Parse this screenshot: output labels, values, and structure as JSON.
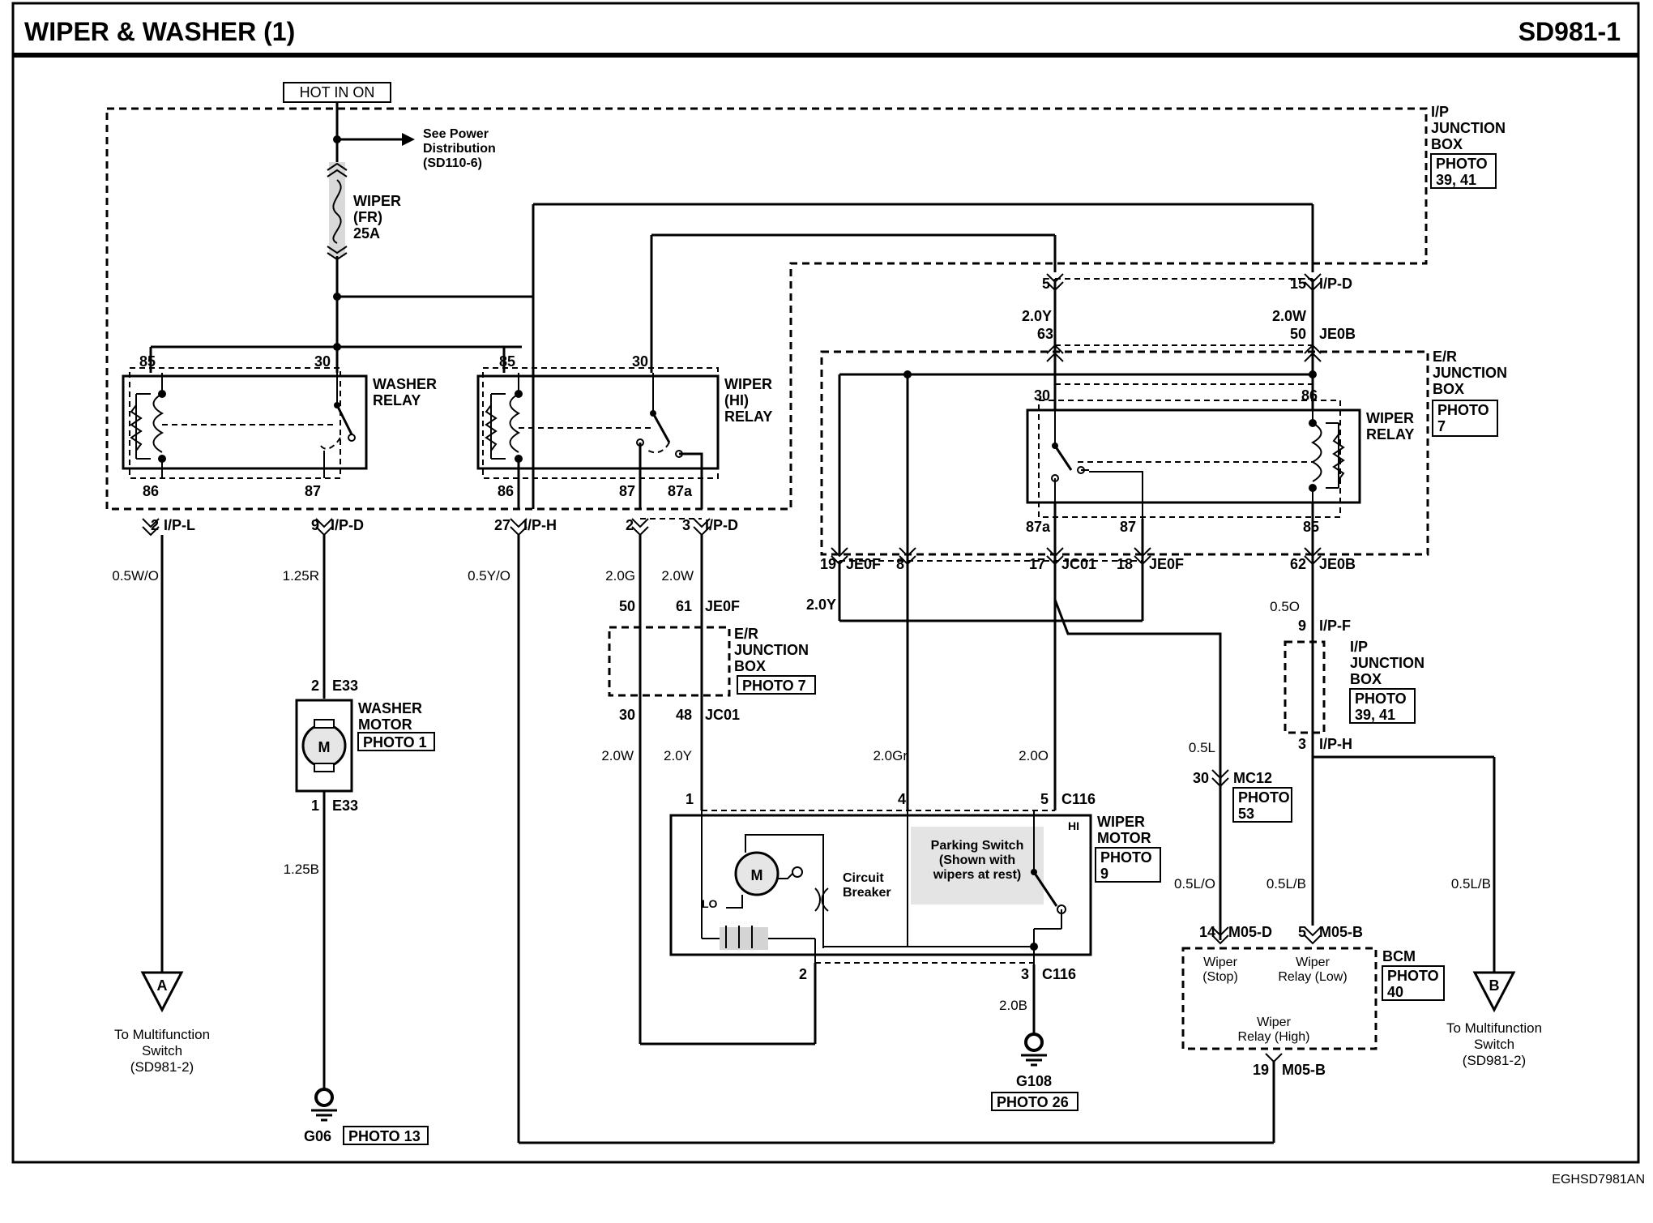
{
  "header": {
    "title": "WIPER & WASHER (1)",
    "code": "SD981-1"
  },
  "footer": {
    "code": "EGHSD7981AN"
  },
  "power": {
    "source": "HOT IN ON",
    "see_power": "See Power Distribution (SD110-6)",
    "see_power_l1": "See Power",
    "see_power_l2": "Distribution",
    "see_power_l3": "(SD110-6)",
    "fuse_l1": "WIPER",
    "fuse_l2": "(FR)",
    "fuse_l3": "25A"
  },
  "boxes": {
    "ip_jb_l1": "I/P",
    "ip_jb_l2": "JUNCTION",
    "ip_jb_l3": "BOX",
    "ip_jb_photo_l1": "PHOTO",
    "ip_jb_photo_l2": "39, 41",
    "er_jb_l1": "E/R",
    "er_jb_l2": "JUNCTION",
    "er_jb_l3": "BOX",
    "er_jb_photo_l1": "PHOTO",
    "er_jb_photo_l2": "7",
    "er_jb2_l1": "E/R",
    "er_jb2_l2": "JUNCTION",
    "er_jb2_l3": "BOX",
    "er_jb2_photo": "PHOTO 7",
    "ip_jb2_l1": "I/P",
    "ip_jb2_l2": "JUNCTION",
    "ip_jb2_l3": "BOX",
    "ip_jb2_photo_l1": "PHOTO",
    "ip_jb2_photo_l2": "39, 41"
  },
  "relays": {
    "washer_l1": "WASHER",
    "washer_l2": "RELAY",
    "wiper_hi_l1": "WIPER",
    "wiper_hi_l2": "(HI)",
    "wiper_hi_l3": "RELAY",
    "wiper_l1": "WIPER",
    "wiper_l2": "RELAY"
  },
  "pins": {
    "p85a": "85",
    "p30a": "30",
    "p86a": "86",
    "p87a": "87",
    "p85b": "85",
    "p30b": "30",
    "p86b": "86",
    "p87b": "87",
    "p87ab": "87a",
    "p30c": "30",
    "p86c": "86",
    "p87ac": "87a",
    "p87c": "87",
    "p85c": "85",
    "c2": "2",
    "c2n": "I/P-L",
    "c9": "9",
    "c9n": "I/P-D",
    "c27": "27",
    "c27n": "I/P-H",
    "c2b": "2",
    "c3": "3",
    "c3n": "I/P-D",
    "c5": "5",
    "c15": "15",
    "c15n": "I/P-D",
    "c63": "63",
    "c50": "50",
    "c50n": "JE0B",
    "c19": "19",
    "c19n": "JE0F",
    "c8": "8",
    "c17": "17",
    "c17n": "JC01",
    "c18": "18",
    "c18n": "JE0F",
    "c62": "62",
    "c62n": "JE0B",
    "c50b": "50",
    "c61": "61",
    "c61n": "JE0F",
    "c30b": "30",
    "c48": "48",
    "c48n": "JC01",
    "e2": "2",
    "e2n": "E33",
    "e1": "1",
    "e1n": "E33",
    "ipf9": "9",
    "ipf9n": "I/P-F",
    "iph3": "3",
    "iph3n": "I/P-H",
    "mc30": "30",
    "mc30n": "MC12",
    "m1": "1",
    "m4": "4",
    "m5": "5",
    "m5n": "C116",
    "m2": "2",
    "m3": "3",
    "m3n": "C116",
    "b14": "14",
    "b14n": "M05-D",
    "b5": "5",
    "b5n": "M05-B",
    "b19": "19",
    "b19n": "M05-B"
  },
  "wires": {
    "w_05wo": "0.5W/O",
    "w_125r": "1.25R",
    "w_05yo": "0.5Y/O",
    "w_20g": "2.0G",
    "w_20w_a": "2.0W",
    "w_20y_top": "2.0Y",
    "w_20w_top": "2.0W",
    "w_20y_jeof": "2.0Y",
    "w_05o": "0.5O",
    "w_20w_b": "2.0W",
    "w_20y_b": "2.0Y",
    "w_20gr": "2.0Gr",
    "w_20o": "2.0O",
    "w_05l": "0.5L",
    "w_125b": "1.25B",
    "w_05lo": "0.5L/O",
    "w_05lb": "0.5L/B",
    "w_05lb2": "0.5L/B",
    "w_20b": "2.0B"
  },
  "components": {
    "washer_motor_l1": "WASHER",
    "washer_motor_l2": "MOTOR",
    "washer_motor_photo": "PHOTO 1",
    "motor_m": "M",
    "wiper_motor_l1": "WIPER",
    "wiper_motor_l2": "MOTOR",
    "wiper_motor_photo_l1": "PHOTO",
    "wiper_motor_photo_l2": "9",
    "hi": "HI",
    "lo": "LO",
    "cb_l1": "Circuit",
    "cb_l2": "Breaker",
    "ps_l1": "Parking Switch",
    "ps_l2": "(Shown with",
    "ps_l3": "wipers at rest)",
    "mc12_photo_l1": "PHOTO",
    "mc12_photo_l2": "53",
    "bcm": "BCM",
    "bcm_photo_l1": "PHOTO",
    "bcm_photo_l2": "40",
    "bcm_stop_l1": "Wiper",
    "bcm_stop_l2": "(Stop)",
    "bcm_low_l1": "Wiper",
    "bcm_low_l2": "Relay (Low)",
    "bcm_high_l1": "Wiper",
    "bcm_high_l2": "Relay (High)"
  },
  "grounds": {
    "g06": "G06",
    "g06_photo": "PHOTO 13",
    "g108": "G108",
    "g108_photo": "PHOTO 26"
  },
  "offpage": {
    "a": "A",
    "a_l1": "To Multifunction",
    "a_l2": "Switch",
    "a_l3": "(SD981-2)",
    "b": "B",
    "b_l1": "To Multifunction",
    "b_l2": "Switch",
    "b_l3": "(SD981-2)"
  }
}
